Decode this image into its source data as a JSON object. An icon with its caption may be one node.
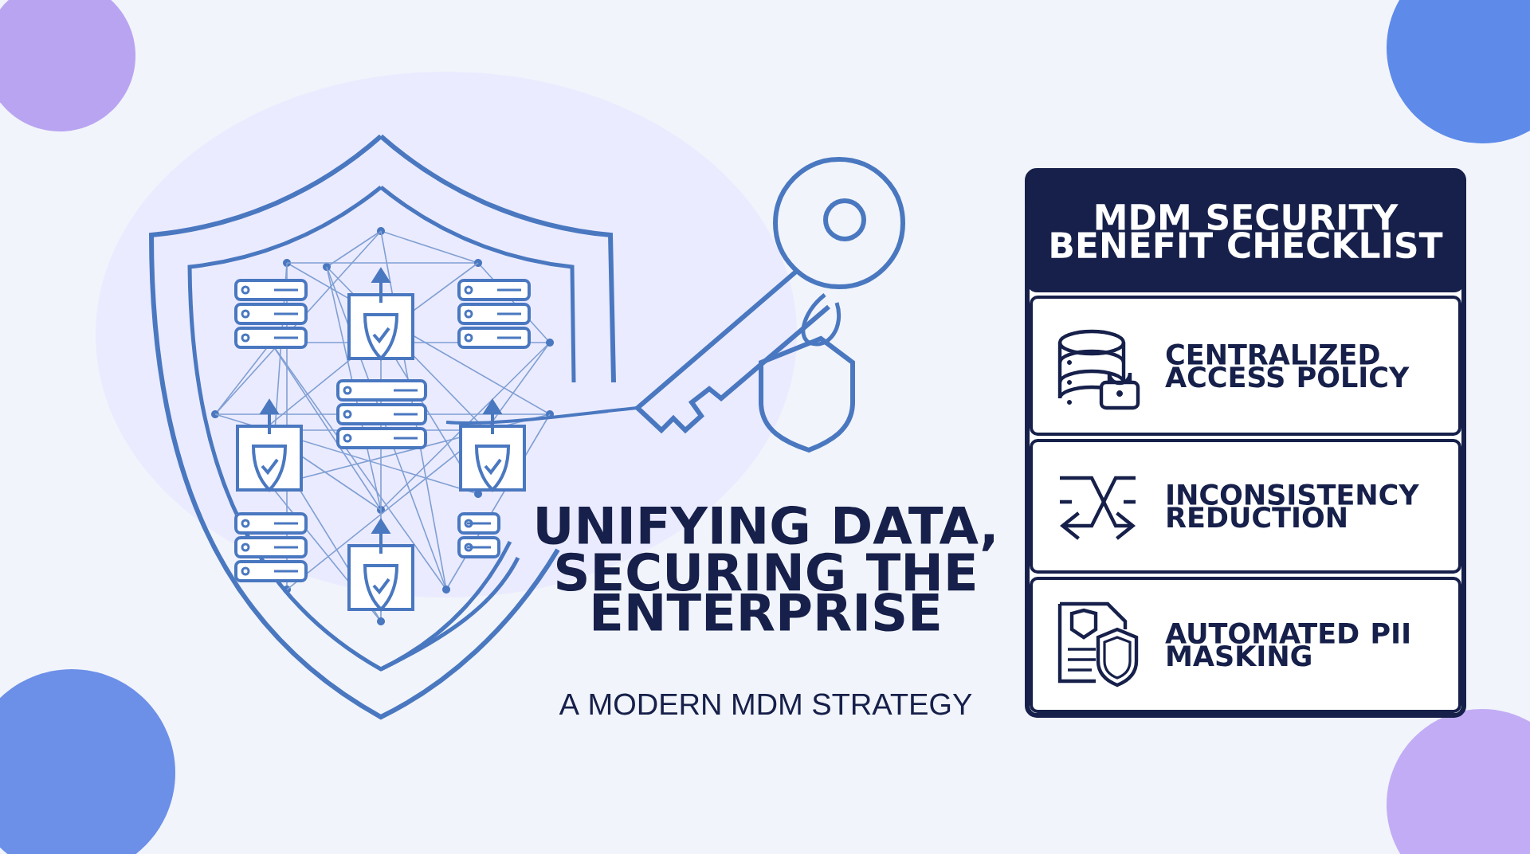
{
  "diagram": {
    "title": "UNIFYING DATA, SECURING THE ENTERPRISE",
    "nodes": [
      {
        "text": [
          "MDM SECURITY BENEFIT CHECKLIST"
        ]
      },
      {
        "text": [
          "CENTRALIZED ACCESS POLICY"
        ],
        "in": 0
      },
      {
        "text": [
          "INCONSISTENCY REDUCTION"
        ],
        "in": 0
      },
      {
        "text": [
          "AUTOMATED PII MASKING"
        ],
        "in": 0
      }
    ],
    "labels": [
      "A MODERN MDM STRATEGY"
    ]
  }
}
